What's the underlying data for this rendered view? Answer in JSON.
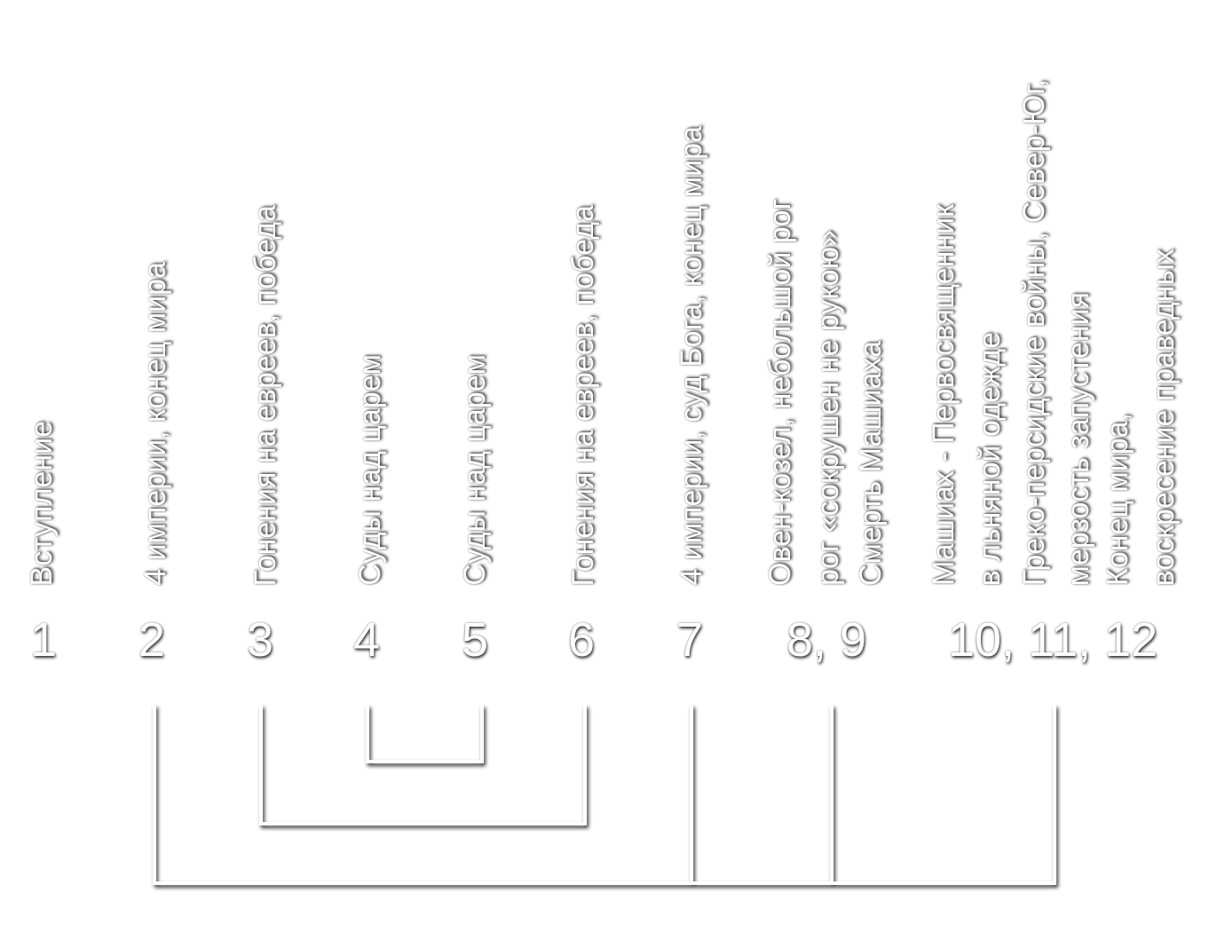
{
  "chapters": [
    {
      "number": "1",
      "lines": [
        "Вступление"
      ]
    },
    {
      "number": "2",
      "lines": [
        "4 империи, конец мира"
      ]
    },
    {
      "number": "3",
      "lines": [
        "Гонения на евреев, победа"
      ]
    },
    {
      "number": "4",
      "lines": [
        "Суды над царем"
      ]
    },
    {
      "number": "5",
      "lines": [
        "Суды над царем"
      ]
    },
    {
      "number": "6",
      "lines": [
        "Гонения на евреев, победа"
      ]
    },
    {
      "number": "7",
      "lines": [
        "4 империи, суд Бога, конец мира"
      ]
    },
    {
      "number": "8, 9",
      "lines": [
        "Овен-козел, небольшой рог",
        "рог «сокрушен не рукою»",
        "Смерть Машиаха"
      ]
    },
    {
      "number": "10, 11, 12",
      "lines": [
        "Машиах - Первосвященник",
        "в льняной одежде",
        "Греко-персидские войны, Север-Юг,",
        "мерзость запустения",
        "Конец мира,",
        "воскресение праведных"
      ]
    }
  ],
  "colors": {
    "background": "#ffffff",
    "text": "#ffffff",
    "shadow": "#000000"
  }
}
